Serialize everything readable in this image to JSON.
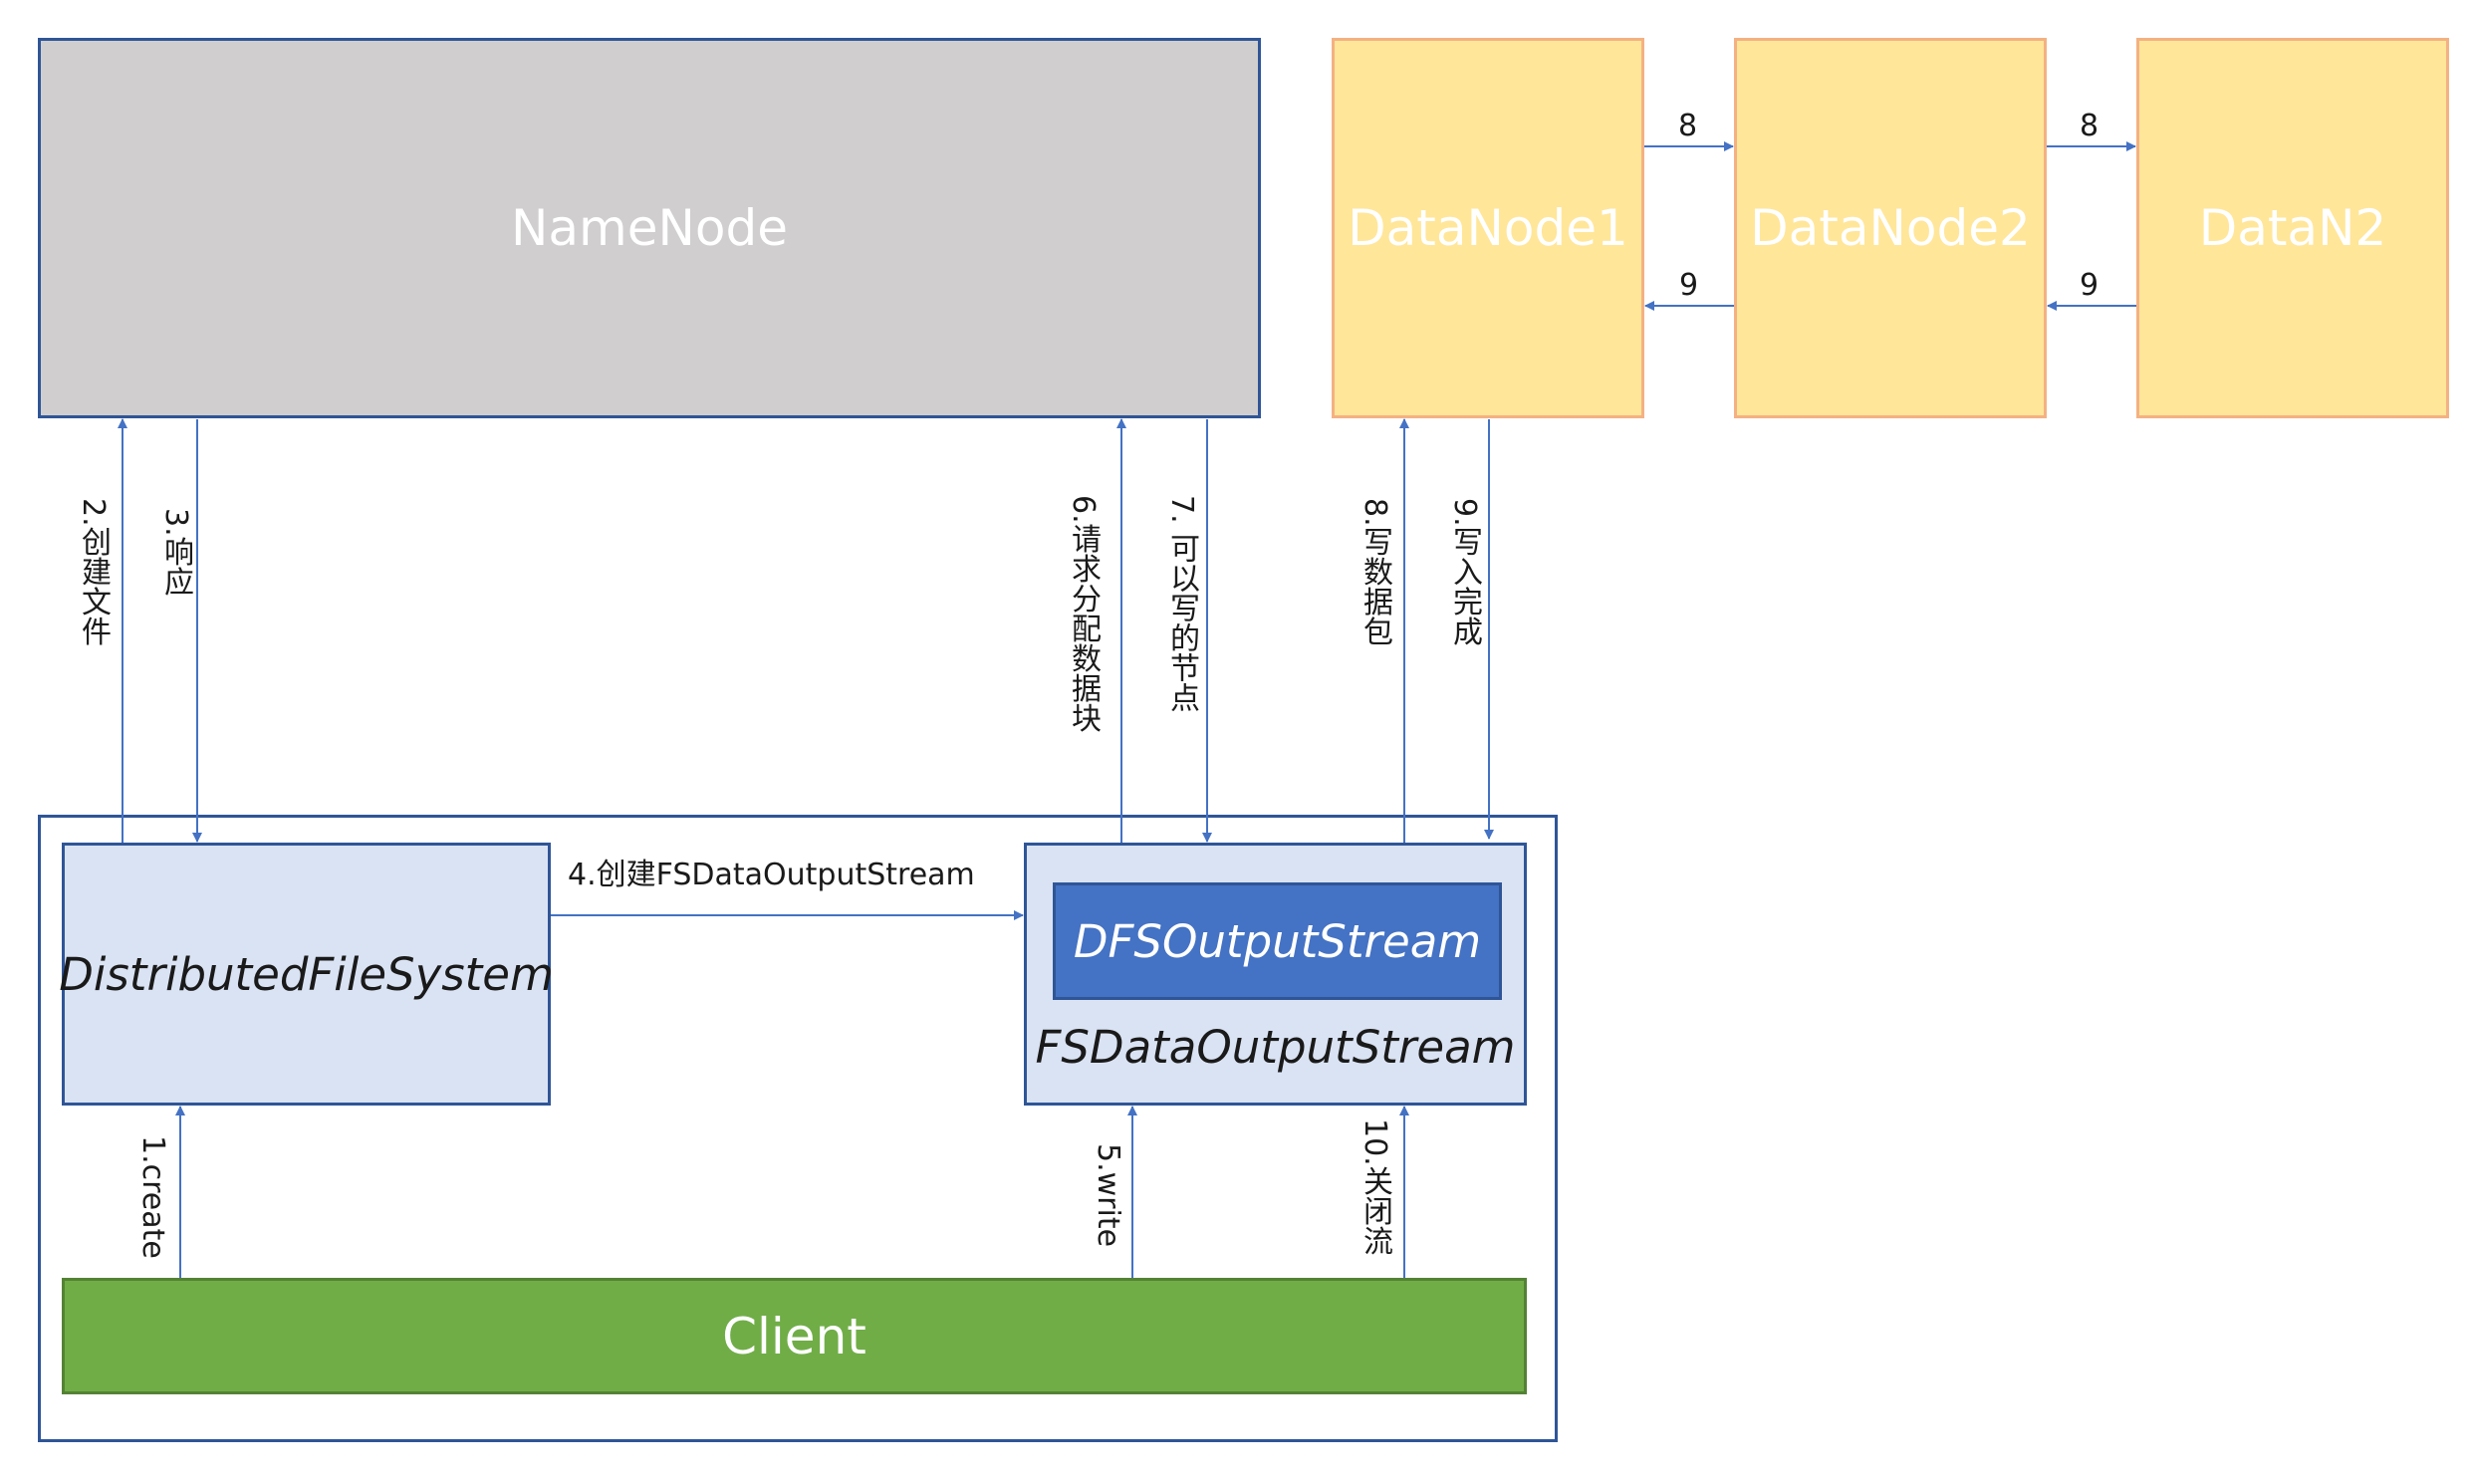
{
  "nodes": {
    "namenode": "NameNode",
    "datanode1": "DataNode1",
    "datanode2": "DataNode2",
    "datanode3": "DataN2",
    "distributed_fs": "DistributedFileSystem",
    "dfs_output_stream": "DFSOutputStream",
    "fs_data_output_stream": "FSDataOutputStream",
    "client": "Client"
  },
  "edges": {
    "create_file": "2.创建文件",
    "response": "3.响应",
    "create_stream": "4.创建FSDataOutputStream",
    "request_blocks": "6.请求分配数据块",
    "writable_nodes": "7. 可以写的节点",
    "write_packet": "8.写数据包",
    "write_done": "9.写入完成",
    "create": "1.create",
    "write": "5.write",
    "close_stream": "10.关闭流",
    "dn1_to_dn2": "8",
    "dn2_to_dn3": "8",
    "dn2_to_dn1": "9",
    "dn3_to_dn2": "9"
  },
  "colors": {
    "arrow": "#4472c4",
    "namenode_fill": "#d0cece",
    "datanode_fill": "#ffe699",
    "stream_fill": "#dae3f3",
    "inner_stream_fill": "#4472c4",
    "client_fill": "#70ad47"
  }
}
